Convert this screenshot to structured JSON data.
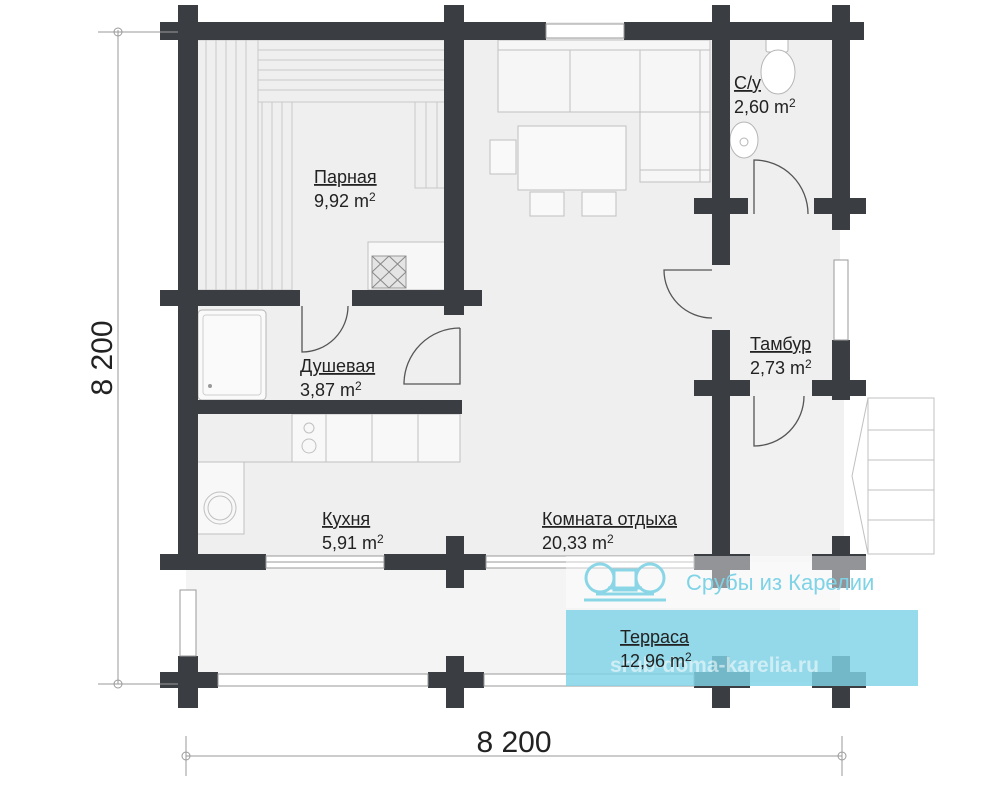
{
  "dimensions": {
    "width": "8 200",
    "height": "8 200"
  },
  "rooms": [
    {
      "name": "Парная",
      "area": "9,92 m",
      "sup": "2"
    },
    {
      "name": "Душевая",
      "area": "3,87 m",
      "sup": "2"
    },
    {
      "name": "Кухня",
      "area": "5,91 m",
      "sup": "2"
    },
    {
      "name": "Комната отдыха",
      "area": "20,33 m",
      "sup": "2"
    },
    {
      "name": "С/у",
      "area": "2,60 m",
      "sup": "2"
    },
    {
      "name": "Тамбур",
      "area": "2,73 m",
      "sup": "2"
    },
    {
      "name": "Терраса",
      "area": "12,96 m",
      "sup": "2"
    }
  ],
  "watermark": {
    "brand": "Срубы из Карелии",
    "url": "srub-doma-karelia.ru",
    "color": "#7fd3e6"
  },
  "colors": {
    "wall": "#3a3d42",
    "floor": "#efefef",
    "terrace": "#ffffff"
  }
}
